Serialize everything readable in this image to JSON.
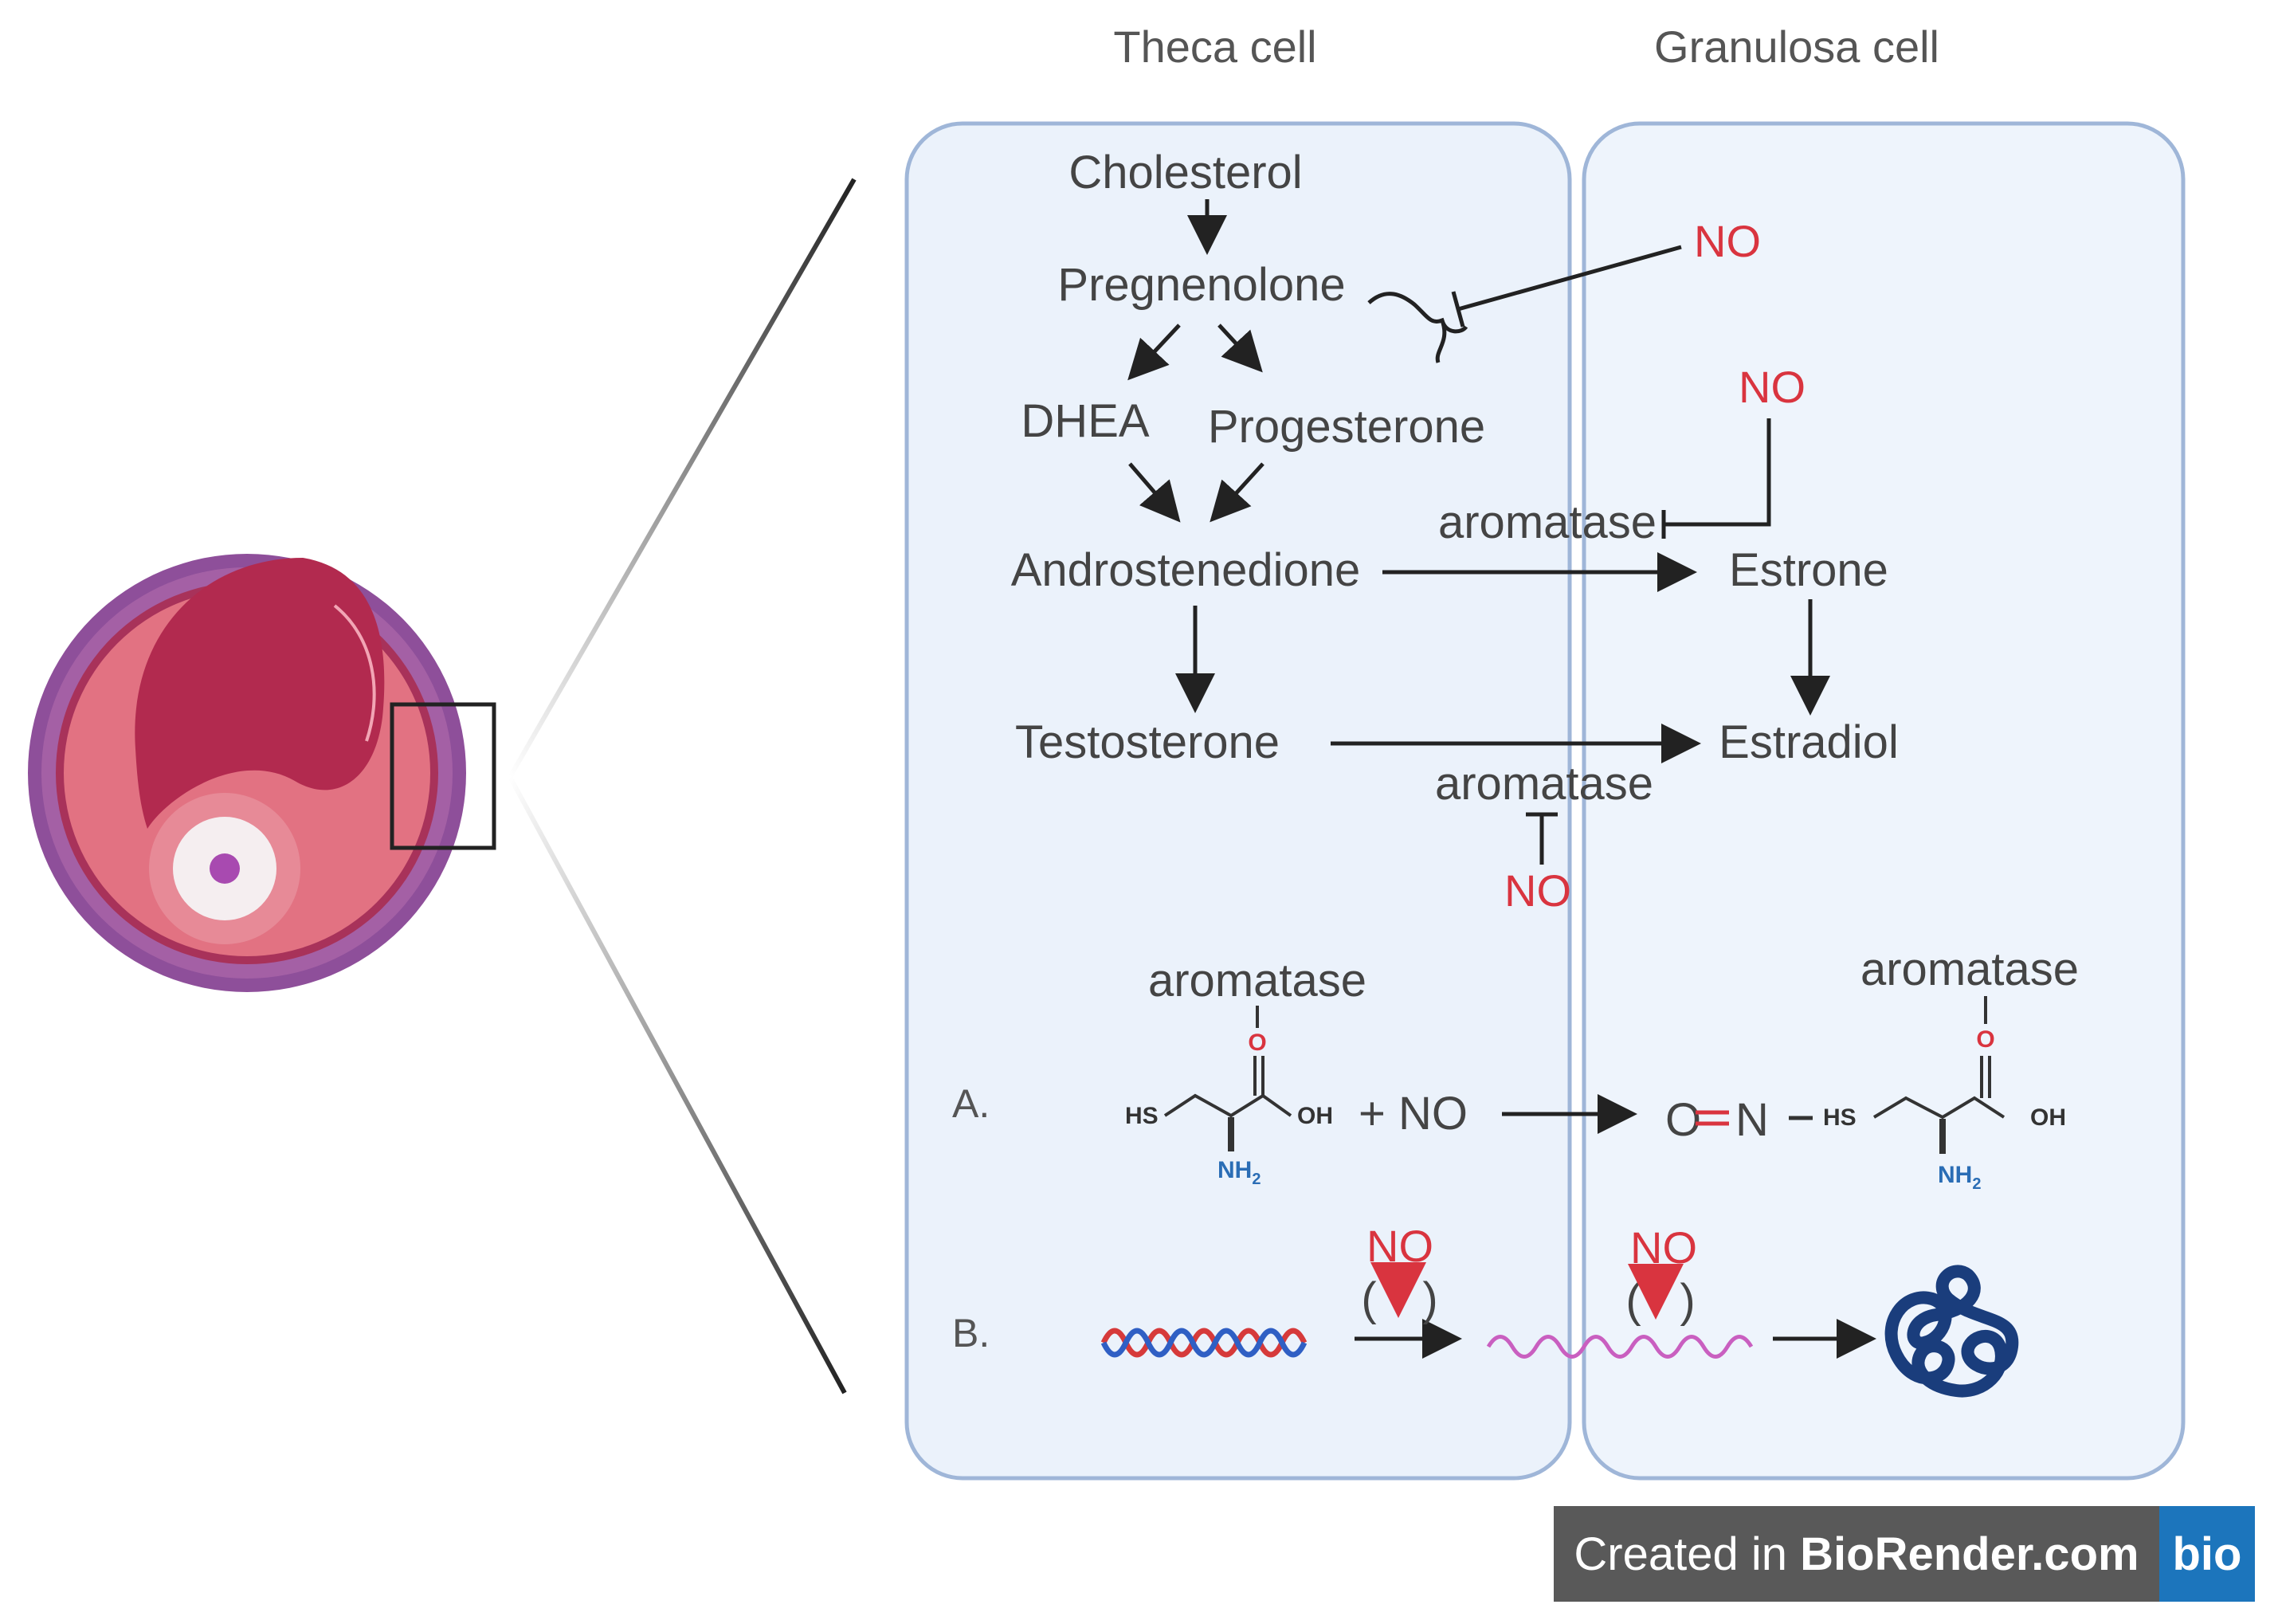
{
  "headers": {
    "theca": "Theca cell",
    "granulosa": "Granulosa cell"
  },
  "pathway": {
    "cholesterol": "Cholesterol",
    "pregnenolone": "Pregnenolone",
    "dhea": "DHEA",
    "progesterone": "Progesterone",
    "androstenedione": "Androstenedione",
    "testosterone": "Testosterone",
    "estrone": "Estrone",
    "estradiol": "Estradiol"
  },
  "inhibitors": {
    "no_1": "NO",
    "no_2": "NO",
    "no_3": "NO",
    "aromatase_1": "aromatase",
    "aromatase_2": "aromatase"
  },
  "panel_a": {
    "label": "A.",
    "aromatase_left": "aromatase",
    "aromatase_right": "aromatase",
    "o_left": "O",
    "o_right": "O",
    "hs_left": "HS",
    "hs_right": "HS",
    "oh_left": "OH",
    "oh_right": "OH",
    "nh_left": "NH",
    "nh_right": "NH",
    "sub": "2",
    "plus_no": "+ NO",
    "o_eq": "O",
    "n_eq": "N"
  },
  "panel_b": {
    "label": "B.",
    "no_1": "NO",
    "no_2": "NO",
    "paren_open": "(",
    "paren_close": ")"
  },
  "credit": {
    "prefix": "Created in ",
    "brand": "BioRender.com",
    "logo": "bio"
  },
  "colors": {
    "cell_fill": "#ebf2fb",
    "cell_stroke": "#9fb6d8",
    "no_red": "#d9343f",
    "dna_red": "#d63a3a",
    "dna_blue": "#2f5fc4",
    "mrna": "#c95fc0",
    "protein": "#1a3d7c",
    "sulfur": "#e0a800",
    "nitrogen": "#2a6db5",
    "oxygen": "#d9343f"
  }
}
